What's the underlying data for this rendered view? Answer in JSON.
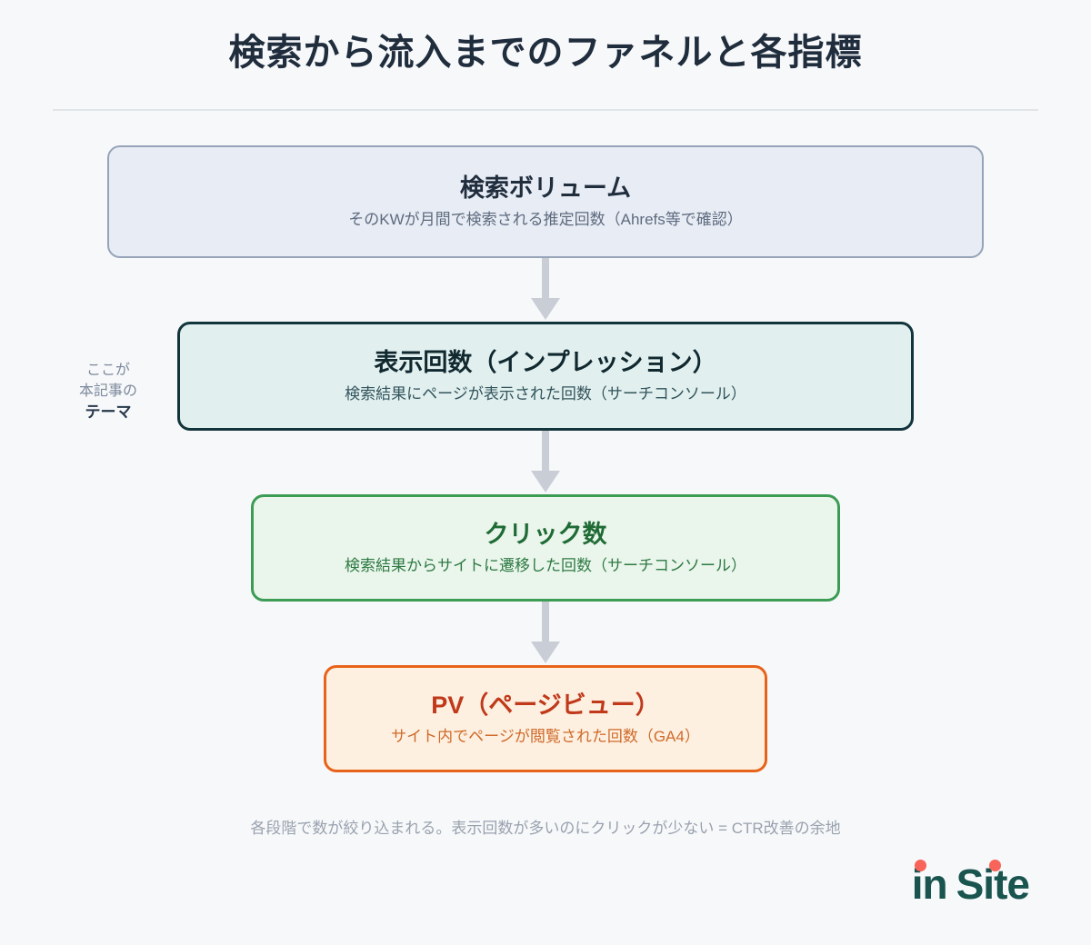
{
  "header": {
    "title": "検索から流入までのファネルと各指標"
  },
  "side_note": {
    "line1": "ここが",
    "line2": "本記事の",
    "line3": "テーマ"
  },
  "funnel": {
    "stages": [
      {
        "id": "search-volume",
        "title": "検索ボリューム",
        "desc": "そのKWが月間で検索される推定回数（Ahrefs等で確認）",
        "border_color": "#97a3b8",
        "fill_color": "#e8ecf4",
        "title_color": "#1f2d3d"
      },
      {
        "id": "impressions",
        "title": "表示回数（インプレッション）",
        "desc": "検索結果にページが表示された回数（サーチコンソール）",
        "border_color": "#12343b",
        "fill_color": "#e1efef",
        "title_color": "#10282e"
      },
      {
        "id": "clicks",
        "title": "クリック数",
        "desc": "検索結果からサイトに遷移した回数（サーチコンソール）",
        "border_color": "#3d9c54",
        "fill_color": "#eaf5ec",
        "title_color": "#1f6b35"
      },
      {
        "id": "pageviews",
        "title": "PV（ページビュー）",
        "desc": "サイト内でページが閲覧された回数（GA4）",
        "border_color": "#e8631a",
        "fill_color": "#fdf0e0",
        "title_color": "#c0391b"
      }
    ],
    "arrow_color": "#c8cdd6"
  },
  "footer": {
    "note": "各段階で数が絞り込まれる。表示回数が多いのにクリックが少ない = CTR改善の余地"
  },
  "logo": {
    "word1": "in",
    "word2": "Site",
    "text_color": "#19544f",
    "dot_color": "#f8635a"
  }
}
